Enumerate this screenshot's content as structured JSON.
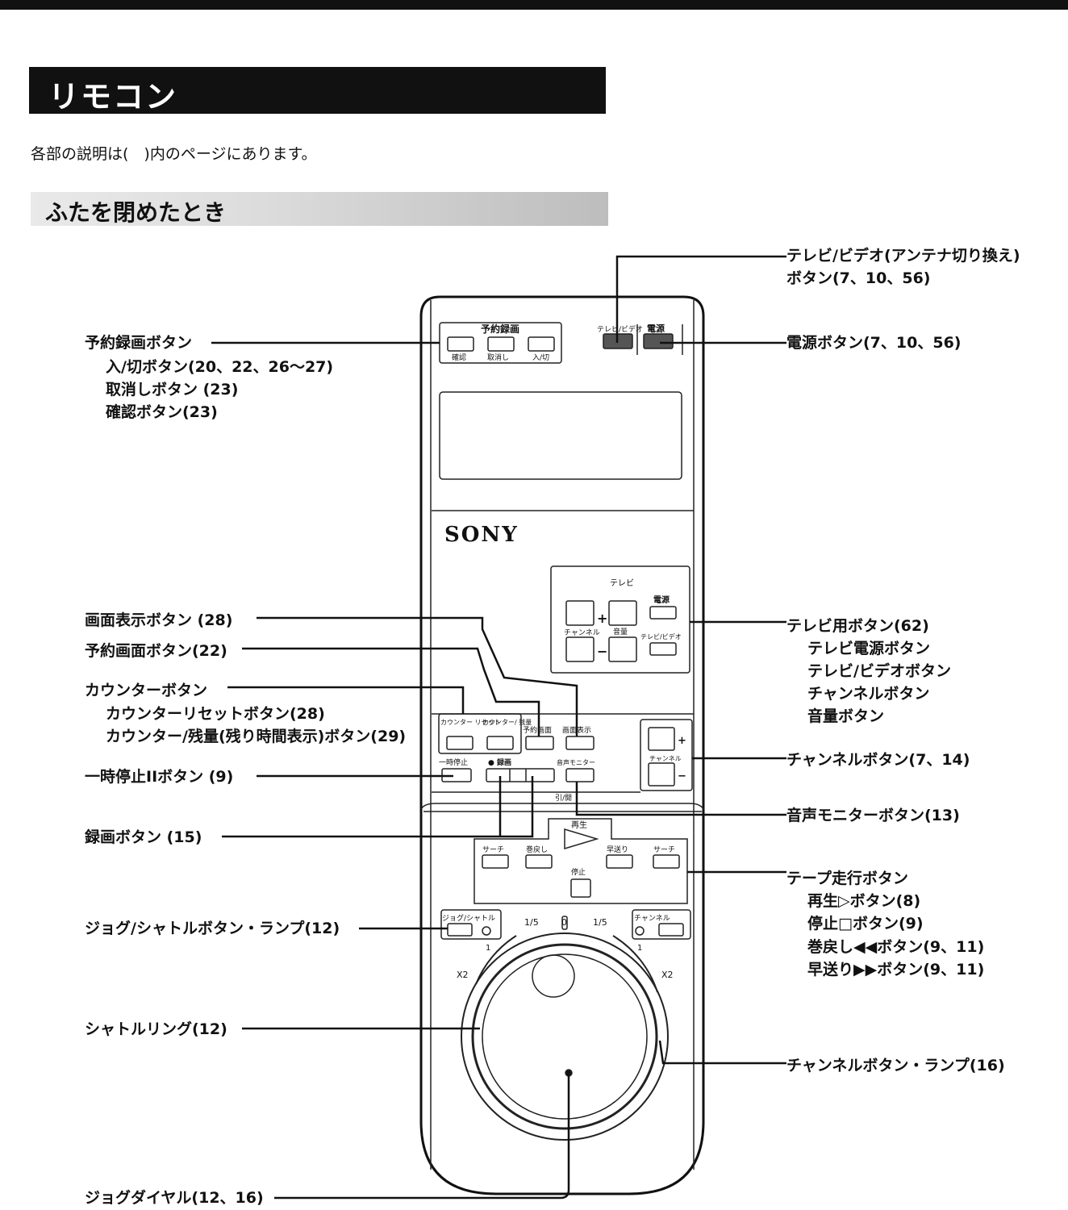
{
  "page": {
    "title": "リモコン",
    "intro": "各部の説明は(　)内のページにあります。",
    "section": "ふたを閉めたとき"
  },
  "left_labels": {
    "reserve_rec": "予約録画ボタン",
    "onoff": "入/切ボタン(20、22、26〜27)",
    "cancel": "取消しボタン (23)",
    "confirm": "確認ボタン(23)",
    "display": "画面表示ボタン (28)",
    "reserve_screen": "予約画面ボタン(22)",
    "counter": "カウンターボタン",
    "counter_reset": "カウンターリセットボタン(28)",
    "counter_remain": "カウンター/残量(残り時間表示)ボタン(29)",
    "pause": "一時停止IIボタン (9)",
    "record": "録画ボタン (15)",
    "jog_shuttle": "ジョグ/シャトルボタン・ランプ(12)",
    "shuttle_ring": "シャトルリング(12)",
    "jog_dial": "ジョグダイヤル(12、16)"
  },
  "right_labels": {
    "tv_video_1": "テレビ/ビデオ(アンテナ切り換え)",
    "tv_video_2": "ボタン(7、10、56)",
    "power": "電源ボタン(7、10、56)",
    "tv_buttons": "テレビ用ボタン(62)",
    "tv_power": "テレビ電源ボタン",
    "tv_video": "テレビ/ビデオボタン",
    "tv_channel": "チャンネルボタン",
    "tv_volume": "音量ボタン",
    "channel": "チャンネルボタン(7、14)",
    "audio_monitor": "音声モニターボタン(13)",
    "tape": "テープ走行ボタン",
    "play": "再生▷ボタン(8)",
    "stop": "停止□ボタン(9)",
    "rewind": "巻戻し◀◀ボタン(9、11)",
    "ffwd": "早送り▶▶ボタン(9、11)",
    "channel_lamp": "チャンネルボタン・ランプ(16)"
  },
  "remote": {
    "reserve_header": "予約録画",
    "btn_confirm": "確認",
    "btn_cancel": "取消し",
    "btn_onoff": "入/切",
    "btn_tvvideo": "テレビ/ビデオ",
    "btn_power": "電源",
    "brand": "SONY",
    "tv_header": "テレビ",
    "tv_power": "電源",
    "tv_channel": "チャンネル",
    "tv_volume": "音量",
    "tv_tvvideo": "テレビ/ビデオ",
    "counter_reset": "カウンター リセット",
    "counter_remain": "カウンター/ 残量",
    "reserve_screen": "予約画面",
    "display": "画面表示",
    "channel": "チャンネル",
    "pause": "一時停止",
    "record": "● 録画",
    "audio_monitor": "音声モニター",
    "drawer": "引/開",
    "play": "再生",
    "search_l": "サーチ",
    "rewind": "巻戻し",
    "ffwd": "早送り",
    "search_r": "サーチ",
    "stop": "停止",
    "jog_shuttle": "ジョグ/シャトル",
    "channel_lamp": "チャンネル",
    "speed_1_5_l": "1/5",
    "speed_0": "0",
    "speed_1_5_r": "1/5",
    "speed_1_l": "1",
    "speed_1_r": "1",
    "x2_l": "X2",
    "x2_r": "X2",
    "plus": "+",
    "minus": "−"
  }
}
